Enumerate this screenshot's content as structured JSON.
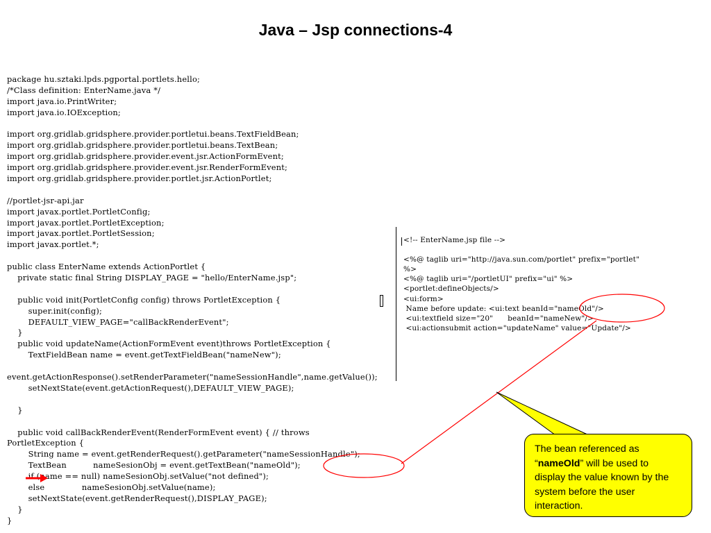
{
  "title": "Java – Jsp connections-4",
  "java_code": [
    "package hu.sztaki.lpds.pgportal.portlets.hello;",
    "/*Class definition: EnterName.java */",
    "import java.io.PrintWriter;",
    "import java.io.IOException;",
    "",
    "import org.gridlab.gridsphere.provider.portletui.beans.TextFieldBean;",
    "import org.gridlab.gridsphere.provider.portletui.beans.TextBean;",
    "import org.gridlab.gridsphere.provider.event.jsr.ActionFormEvent;",
    "import org.gridlab.gridsphere.provider.event.jsr.RenderFormEvent;",
    "import org.gridlab.gridsphere.provider.portlet.jsr.ActionPortlet;",
    "",
    "//portlet-jsr-api.jar",
    "import javax.portlet.PortletConfig;",
    "import javax.portlet.PortletException;",
    "import javax.portlet.PortletSession;",
    "import javax.portlet.*;",
    "",
    "public class EnterName extends ActionPortlet {",
    "    private static final String DISPLAY_PAGE = \"hello/EnterName.jsp\";",
    "",
    "    public void init(PortletConfig config) throws PortletException {",
    "        super.init(config);",
    "        DEFAULT_VIEW_PAGE=\"callBackRenderEvent\";",
    "    }",
    "    public void updateName(ActionFormEvent event)throws PortletException {",
    "        TextFieldBean name = event.getTextFieldBean(\"nameNew\");",
    "",
    "event.getActionResponse().setRenderParameter(\"nameSessionHandle\",name.getValue());",
    "        setNextState(event.getActionRequest(),DEFAULT_VIEW_PAGE);",
    "",
    "    }",
    "",
    "    public void callBackRenderEvent(RenderFormEvent event) { // throws",
    "PortletException {",
    "        String name = event.getRenderRequest().getParameter(\"nameSessionHandle\");",
    "        TextBean          nameSesionObj = event.getTextBean(\"nameOld\");",
    "        if (name == null) nameSesionObj.setValue(\"not defined\");",
    "        else              nameSesionObj.setValue(name);",
    "        setNextState(event.getRenderRequest(),DISPLAY_PAGE);",
    "    }",
    "}"
  ],
  "jsp_code": [
    "<!-- EnterName.jsp file -->",
    "",
    "<%@ taglib uri=\"http://java.sun.com/portlet\" prefix=\"portlet\"",
    "%>",
    "<%@ taglib uri=\"/portletUI\" prefix=\"ui\" %>",
    "<portlet:defineObjects/>",
    "<ui:form>",
    " Name before update: <ui:text beanId=\"nameOld\"/>",
    " <ui:textfield size=\"20\"      beanId=\"nameNew\"/>",
    " <ui:actionsubmit action=\"updateName\" value=\"Update\"/>"
  ],
  "callout": {
    "text_before": "The bean referenced as “",
    "highlight": "nameOld",
    "text_after": "” will be used to display the value known by the system before the user interaction."
  },
  "colors": {
    "callout_fill": "#ffff00",
    "annotation_red": "#ff0000"
  }
}
